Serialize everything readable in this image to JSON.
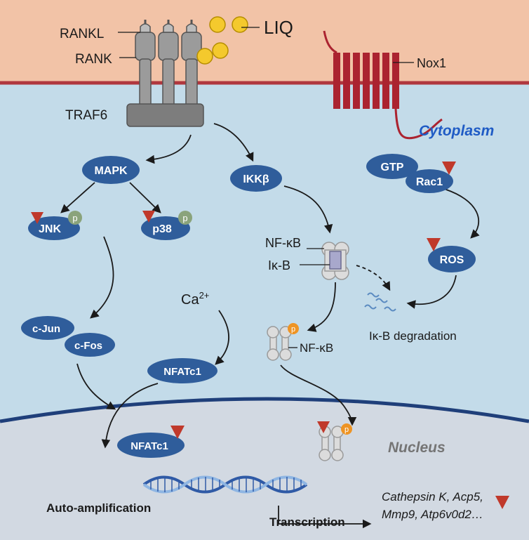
{
  "colors": {
    "membrane": "#f2c3a7",
    "cytoplasm": "#c3dbe9",
    "nucleus": "#d2d9e2",
    "nuclear_envelope": "#1f3f7a",
    "membrane_line": "#b0373e",
    "node": "#2f5d9b",
    "inhibit_marker": "#c0392b",
    "phospho_green": "#8aa37b",
    "phospho_orange": "#ee9424",
    "liq": "#f4c92d",
    "receptor": "#9b9b9b",
    "nox1": "#ab2330"
  },
  "membrane": {
    "ligand_label": "RANKL",
    "receptor_label": "RANK",
    "drug_label": "LIQ",
    "nox_label": "Nox1",
    "adaptor_label": "TRAF6"
  },
  "compartments": {
    "cytoplasm": "Cytoplasm",
    "nucleus": "Nucleus"
  },
  "nodes": {
    "mapk": "MAPK",
    "jnk": "JNK",
    "p38": "p38",
    "ikkb": "IKKβ",
    "gtp": "GTP",
    "rac1": "Rac1",
    "ros": "ROS",
    "cjun": "c-Jun",
    "cfos": "c-Fos",
    "nfatc1": "NFATc1",
    "nfatc1_nuclear": "NFATc1"
  },
  "labels": {
    "nfkb": "NF-κB",
    "ikb": "Iκ-B",
    "nfkb_free": "NF-κB",
    "ikb_degradation": "Iκ-B degradation",
    "ca": "Ca",
    "ca_sup": "2+",
    "phospho": "p",
    "auto_amplification": "Auto-amplification",
    "transcription": "Transcription",
    "targets_line1": "Cathepsin K, Acp5,",
    "targets_line2": "Mmp9, Atp6v0d2…"
  }
}
